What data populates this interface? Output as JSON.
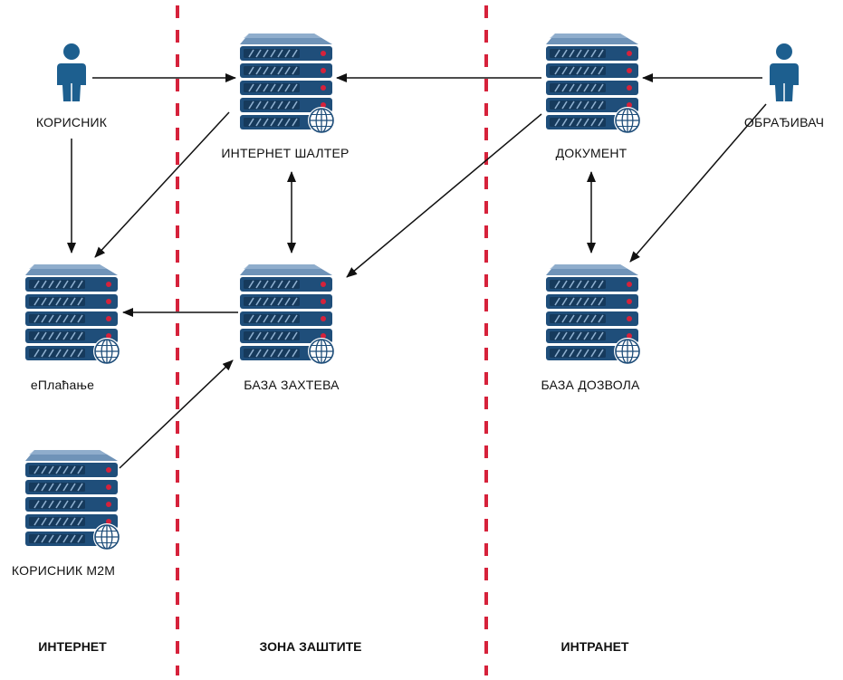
{
  "zones": [
    {
      "id": "internet",
      "label": "ИНТЕРНЕТ"
    },
    {
      "id": "dmz",
      "label": "ЗОНА ЗАШТИТЕ"
    },
    {
      "id": "intranet",
      "label": "ИНТРАНЕТ"
    }
  ],
  "nodes": {
    "korisnik": {
      "label": "КОРИСНИК",
      "kind": "user"
    },
    "internet_shalter": {
      "label": "ИНТЕРНЕТ ШАЛТЕР",
      "kind": "server"
    },
    "dokument": {
      "label": "ДОКУМЕНТ",
      "kind": "server"
    },
    "obradjivac": {
      "label": "ОБРАЂИВАЧ",
      "kind": "user"
    },
    "eplacanje": {
      "label": "еПлаћање",
      "kind": "server"
    },
    "baza_zahteva": {
      "label": "БАЗА ЗАХТЕВА",
      "kind": "server"
    },
    "baza_dozvola": {
      "label": "БАЗА ДОЗВОЛА",
      "kind": "server"
    },
    "korisnik_m2m": {
      "label": "КОРИСНИК М2М",
      "kind": "server"
    }
  },
  "edges": [
    {
      "from": "korisnik",
      "to": "internet_shalter",
      "direction": "one-way"
    },
    {
      "from": "korisnik",
      "to": "eplacanje",
      "direction": "one-way"
    },
    {
      "from": "internet_shalter",
      "to": "eplacanje",
      "direction": "one-way"
    },
    {
      "from": "internet_shalter",
      "to": "baza_zahteva",
      "direction": "two-way"
    },
    {
      "from": "dokument",
      "to": "internet_shalter",
      "direction": "one-way"
    },
    {
      "from": "dokument",
      "to": "baza_zahteva",
      "direction": "one-way"
    },
    {
      "from": "obradjivac",
      "to": "dokument",
      "direction": "one-way"
    },
    {
      "from": "obradjivac",
      "to": "baza_dozvola",
      "direction": "one-way"
    },
    {
      "from": "dokument",
      "to": "baza_dozvola",
      "direction": "two-way"
    },
    {
      "from": "baza_zahteva",
      "to": "eplacanje",
      "direction": "one-way"
    },
    {
      "from": "korisnik_m2m",
      "to": "baza_zahteva",
      "direction": "one-way"
    }
  ],
  "colors": {
    "server_blue": "#1f4e7a",
    "server_dark": "#163a5c",
    "server_light": "#6f93b8",
    "led_red": "#d6223b",
    "user_blue": "#1d5f8f",
    "divider_red": "#d6223b",
    "edge": "#111111"
  },
  "icons": {
    "server": "server-web-icon",
    "user": "user-icon"
  }
}
